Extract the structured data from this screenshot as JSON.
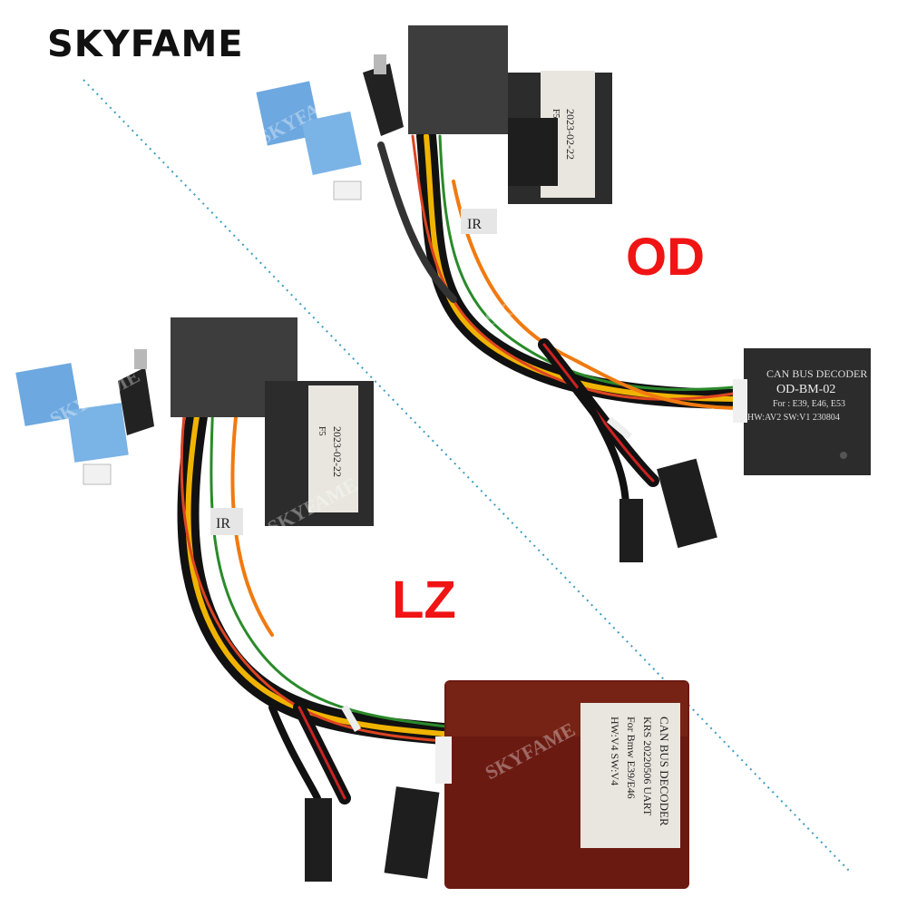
{
  "brand": {
    "logo_text": "SKYFAME"
  },
  "watermark_text": "SKYFAME",
  "variants": [
    {
      "label": "OD",
      "harness_connector_label": "F5",
      "harness_date": "2023-02-22",
      "decoder": {
        "line1": "CAN BUS DECODER",
        "model": "OD-BM-02",
        "fitment": "For : E39, E46, E53",
        "version": "HW:AV2  SW:V1  230804"
      },
      "tag": "IR"
    },
    {
      "label": "LZ",
      "harness_connector_label": "F5",
      "harness_date": "2023-02-22",
      "decoder": {
        "line1": "CAN BUS DECODER",
        "line2": "KRS  20220506 UART",
        "line3": "For  Bmw E39/E46",
        "line4": "HW:V4        SW:V4"
      },
      "tag": "IR"
    }
  ],
  "colors": {
    "variant_label": "#f01414",
    "divider": "#3a9cc0",
    "connector_blue": "#6da8e0",
    "connector_black": "#2e2e2e",
    "lz_decoder_body": "#6b1a12"
  }
}
